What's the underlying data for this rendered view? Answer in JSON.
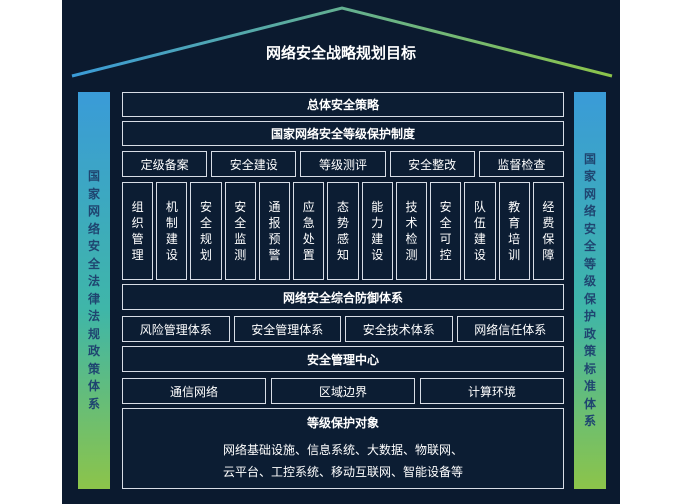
{
  "title": "网络安全战略规划目标",
  "left_pillar": "国家网络安全法律法规政策体系",
  "right_pillar": "国家网络安全等级保护政策标准体系",
  "rows": {
    "overall_strategy": "总体安全策略",
    "protection_system": "国家网络安全等级保护制度",
    "process_items": [
      "定级备案",
      "安全建设",
      "等级测评",
      "安全整改",
      "监督检查"
    ],
    "measures": [
      "组织管理",
      "机制建设",
      "安全规划",
      "安全监测",
      "通报预警",
      "应急处置",
      "态势感知",
      "能力建设",
      "技术检测",
      "安全可控",
      "队伍建设",
      "教育培训",
      "经费保障"
    ],
    "defense_system": "网络安全综合防御体系",
    "defense_items": [
      "风险管理体系",
      "安全管理体系",
      "安全技术体系",
      "网络信任体系"
    ],
    "management_center": "安全管理中心",
    "infra_items": [
      "通信网络",
      "区域边界",
      "计算环境"
    ],
    "protected_objects": {
      "title": "等级保护对象",
      "line1": "网络基础设施、信息系统、大数据、物联网、",
      "line2": "云平台、工控系统、移动互联网、智能设备等"
    }
  }
}
